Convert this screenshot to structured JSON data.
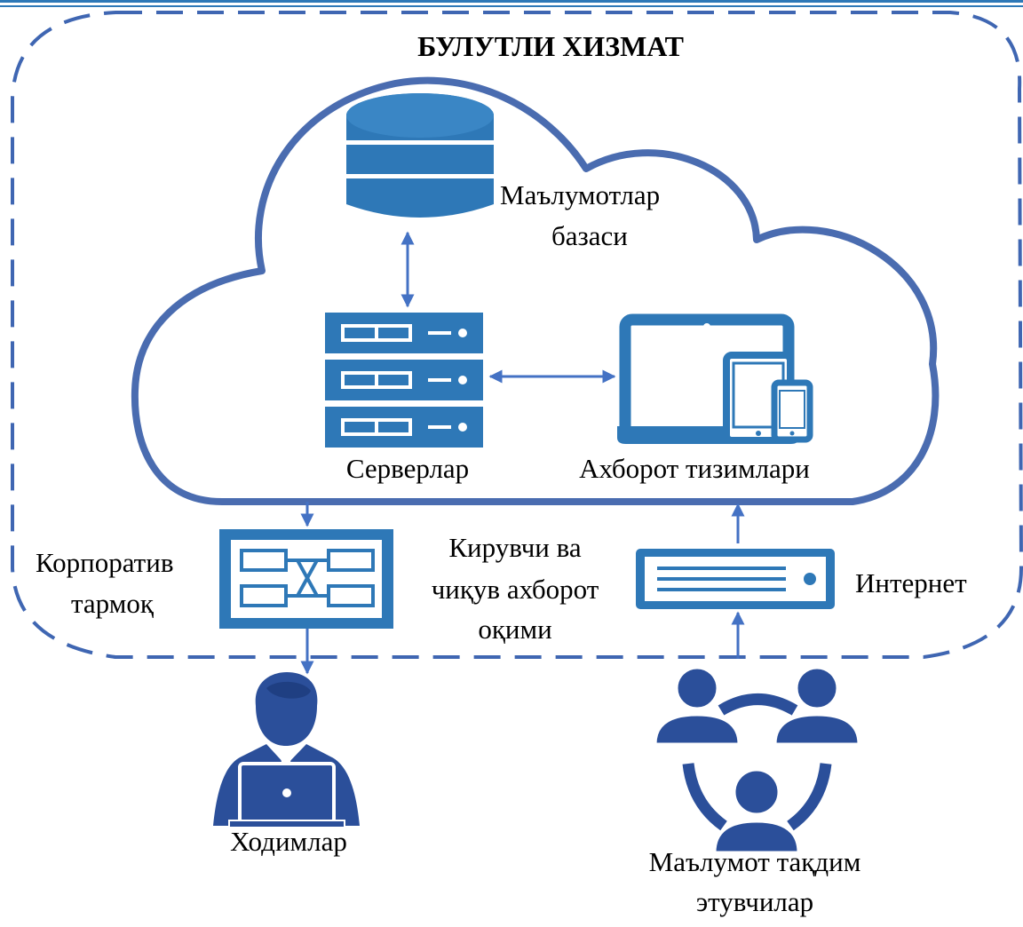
{
  "title": "БУЛУТЛИ ХИЗМАТ",
  "labels": {
    "database": [
      "Маълумотлар",
      "базаси"
    ],
    "servers": "Серверлар",
    "info_systems": "Ахборот тизимлари",
    "corporate_network": [
      "Корпоратив",
      "тармоқ"
    ],
    "data_flow": [
      "Кирувчи ва",
      "чиқув ахборот",
      "оқими"
    ],
    "internet": "Интернет",
    "employees": "Ходимлар",
    "data_providers": [
      "Маълумот тақдим",
      "этувчилар"
    ]
  },
  "colors": {
    "primary": "#2e78b7",
    "cloud_outline": "#4a6cb0",
    "boundary": "#3f66b2",
    "people": "#2b4f9a",
    "arrow": "#4472c4"
  },
  "icons": [
    "database-icon",
    "server-rack-icon",
    "devices-icon",
    "network-switch-icon",
    "router-icon",
    "employee-laptop-icon",
    "users-group-icon"
  ]
}
